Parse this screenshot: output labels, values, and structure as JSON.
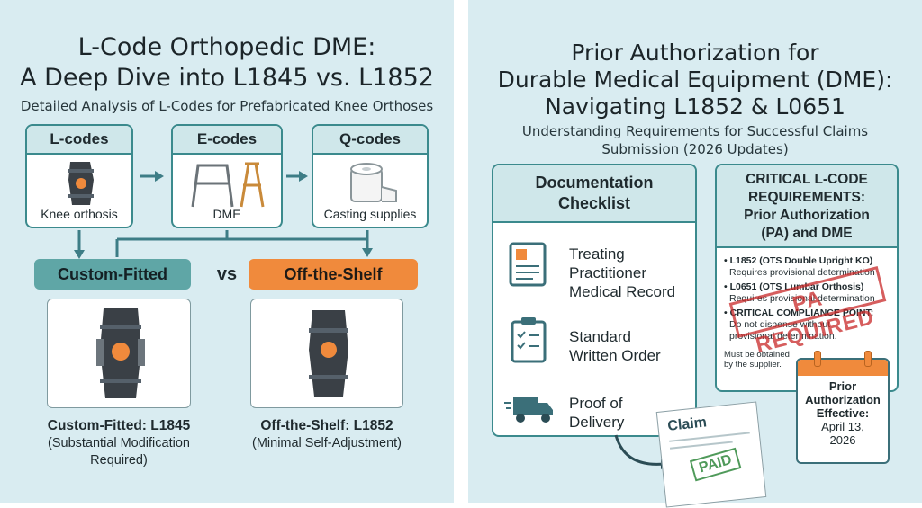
{
  "left": {
    "title_line1": "L-Code Orthopedic DME:",
    "title_line2": "A Deep Dive into L1845 vs. L1852",
    "subtitle": "Detailed Analysis of L-Codes for Prefabricated Knee Orthoses",
    "code_cards": [
      {
        "header": "L-codes",
        "caption": "Knee orthosis",
        "icon": "knee-brace-icon"
      },
      {
        "header": "E-codes",
        "caption": "DME",
        "icon": "walker-crutches-icon"
      },
      {
        "header": "Q-codes",
        "caption": "Casting supplies",
        "icon": "casting-roll-icon"
      }
    ],
    "custom_pill": "Custom-Fitted",
    "vs": "vs",
    "shelf_pill": "Off-the-Shelf",
    "custom_label": "Custom-Fitted: L1845",
    "custom_note_line1": "(Substantial Modification",
    "custom_note_line2": "Required)",
    "shelf_label": "Off-the-Shelf: L1852",
    "shelf_note": "(Minimal Self-Adjustment)",
    "colors": {
      "teal_pill": "#5fa6a6",
      "orange_pill": "#f08a3c"
    }
  },
  "right": {
    "title_line1": "Prior Authorization for",
    "title_line2": "Durable Medical Equipment (DME):",
    "title_line3": "Navigating L1852 & L0651",
    "subtitle_line1": "Understanding Requirements for Successful Claims",
    "subtitle_line2": "Submission (2026 Updates)",
    "checklist": {
      "header_line1": "Documentation",
      "header_line2": "Checklist",
      "items": [
        {
          "line1": "Treating",
          "line2": "Practitioner",
          "line3": "Medical Record",
          "icon": "medical-record-icon"
        },
        {
          "line1": "Standard",
          "line2": "Written Order",
          "icon": "clipboard-checklist-icon"
        },
        {
          "line1": "Proof of",
          "line2": "Delivery",
          "icon": "delivery-truck-icon"
        }
      ]
    },
    "requirements": {
      "header_line1": "CRITICAL L-CODE",
      "header_line2": "REQUIREMENTS:",
      "header_line3": "Prior Authorization",
      "header_line4": "(PA) and DME",
      "bullet1_title": "• L1852 (OTS Double Upright KO)",
      "bullet1_note": "Requires provisional determination",
      "bullet2_title": "• L0651 (OTS Lumbar Orthosis)",
      "bullet2_note": "Requires provisional determination",
      "bullet3_title": "• CRITICAL COMPLIANCE POINT:",
      "bullet3_note_line1": "Do not dispense without",
      "bullet3_note_line2": "provisional determination.",
      "supplier_line1": "Must be obtained",
      "supplier_line2": "by the supplier.",
      "stamp": "PA REQUIRED"
    },
    "calendar": {
      "line1": "Prior",
      "line2": "Authorization",
      "line3": "Effective:",
      "line4": "April 13,",
      "line5": "2026"
    },
    "claim": {
      "title": "Claim",
      "stamp": "PAID"
    }
  }
}
